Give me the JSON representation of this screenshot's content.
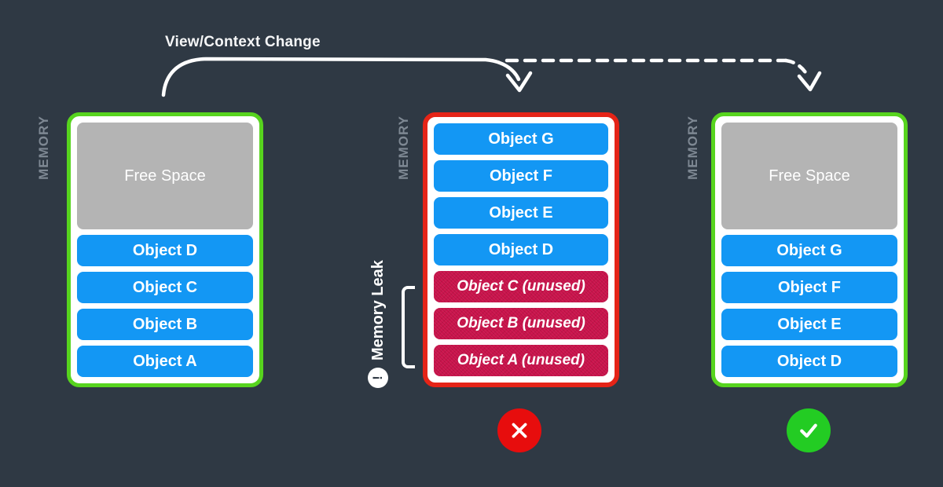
{
  "palette": {
    "background": "#2f3944",
    "used_block_blue": "#1397f4",
    "unused_block_crimson": "#c8124a",
    "free_space_gray": "#b4b4b4",
    "ok_border_green": "#57d41e",
    "leak_border_red": "#e52417",
    "fail_red": "#e70d0d",
    "pass_green": "#23cc23",
    "side_label_gray": "#7e8893"
  },
  "arrow": {
    "label": "View/Context Change",
    "solid_arrow_icon": "curved-arrow-icon",
    "dashed_arrow_icon": "dashed-curved-arrow-icon"
  },
  "columns": [
    {
      "memory_label": "MEMORY",
      "state": "ok",
      "free_space_label": "Free Space",
      "boxes": [
        {
          "label": "Object D",
          "kind": "used"
        },
        {
          "label": "Object C",
          "kind": "used"
        },
        {
          "label": "Object B",
          "kind": "used"
        },
        {
          "label": "Object A",
          "kind": "used"
        }
      ]
    },
    {
      "memory_label": "MEMORY",
      "state": "leak",
      "boxes": [
        {
          "label": "Object G",
          "kind": "used"
        },
        {
          "label": "Object F",
          "kind": "used"
        },
        {
          "label": "Object E",
          "kind": "used"
        },
        {
          "label": "Object D",
          "kind": "used"
        },
        {
          "label": "Object C (unused)",
          "kind": "unused"
        },
        {
          "label": "Object B (unused)",
          "kind": "unused"
        },
        {
          "label": "Object A (unused)",
          "kind": "unused"
        }
      ]
    },
    {
      "memory_label": "MEMORY",
      "state": "ok",
      "free_space_label": "Free Space",
      "boxes": [
        {
          "label": "Object G",
          "kind": "used"
        },
        {
          "label": "Object F",
          "kind": "used"
        },
        {
          "label": "Object E",
          "kind": "used"
        },
        {
          "label": "Object D",
          "kind": "used"
        }
      ]
    }
  ],
  "leak_annotation": {
    "label": "Memory Leak",
    "icon_glyph": "!",
    "icon_name": "exclamation-icon"
  },
  "status": {
    "fail_icon": "x-icon",
    "pass_icon": "check-icon"
  }
}
